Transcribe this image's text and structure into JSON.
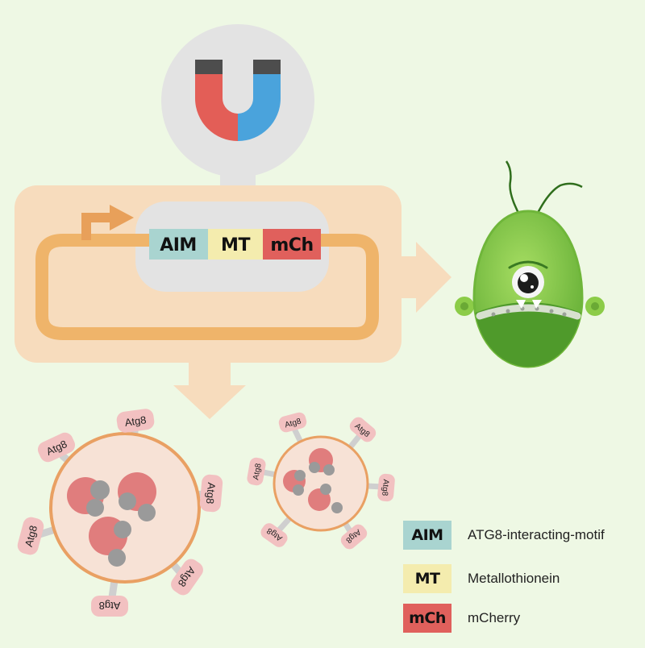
{
  "colors": {
    "background": "#eef8e4",
    "plasmid_box": "#f7dcbd",
    "plasmid_ring": "#efb46a",
    "gray_panel": "#e3e3e3",
    "aim": "#a9d4d0",
    "mt": "#f4ecae",
    "mch": "#e0605c",
    "magnet_red": "#e35e57",
    "magnet_blue": "#4aa3dc",
    "vesicle_fill": "#f7e2d6",
    "vesicle_ring": "#e9a063",
    "atg_tag": "#f2c1c1",
    "metal_red": "#e07d7d",
    "metal_gray": "#9a9a9a",
    "alga": "#8ccc48"
  },
  "icons": {
    "magnet": "magnet-icon",
    "promoter": "promoter-arrow-icon",
    "alga": "alga-cell-icon"
  },
  "cassette": {
    "segments": [
      {
        "key": "aim",
        "label": "AIM"
      },
      {
        "key": "mt",
        "label": "MT"
      },
      {
        "key": "mch",
        "label": "mCh"
      }
    ]
  },
  "vesicles": {
    "large": {
      "tags": [
        "Atg8",
        "Atg8",
        "Atg8",
        "Atg8",
        "Atg8",
        "Atg8"
      ]
    },
    "small": {
      "tags": [
        "Atg8",
        "Atg8",
        "Atg8",
        "Atg8",
        "Atg8",
        "Atg8"
      ]
    }
  },
  "legend": [
    {
      "key": "aim",
      "abbr": "AIM",
      "text": "ATG8-interacting-motif"
    },
    {
      "key": "mt",
      "abbr": "MT",
      "text": "Metallothionein"
    },
    {
      "key": "mch",
      "abbr": "mCh",
      "text": "mCherry"
    }
  ]
}
